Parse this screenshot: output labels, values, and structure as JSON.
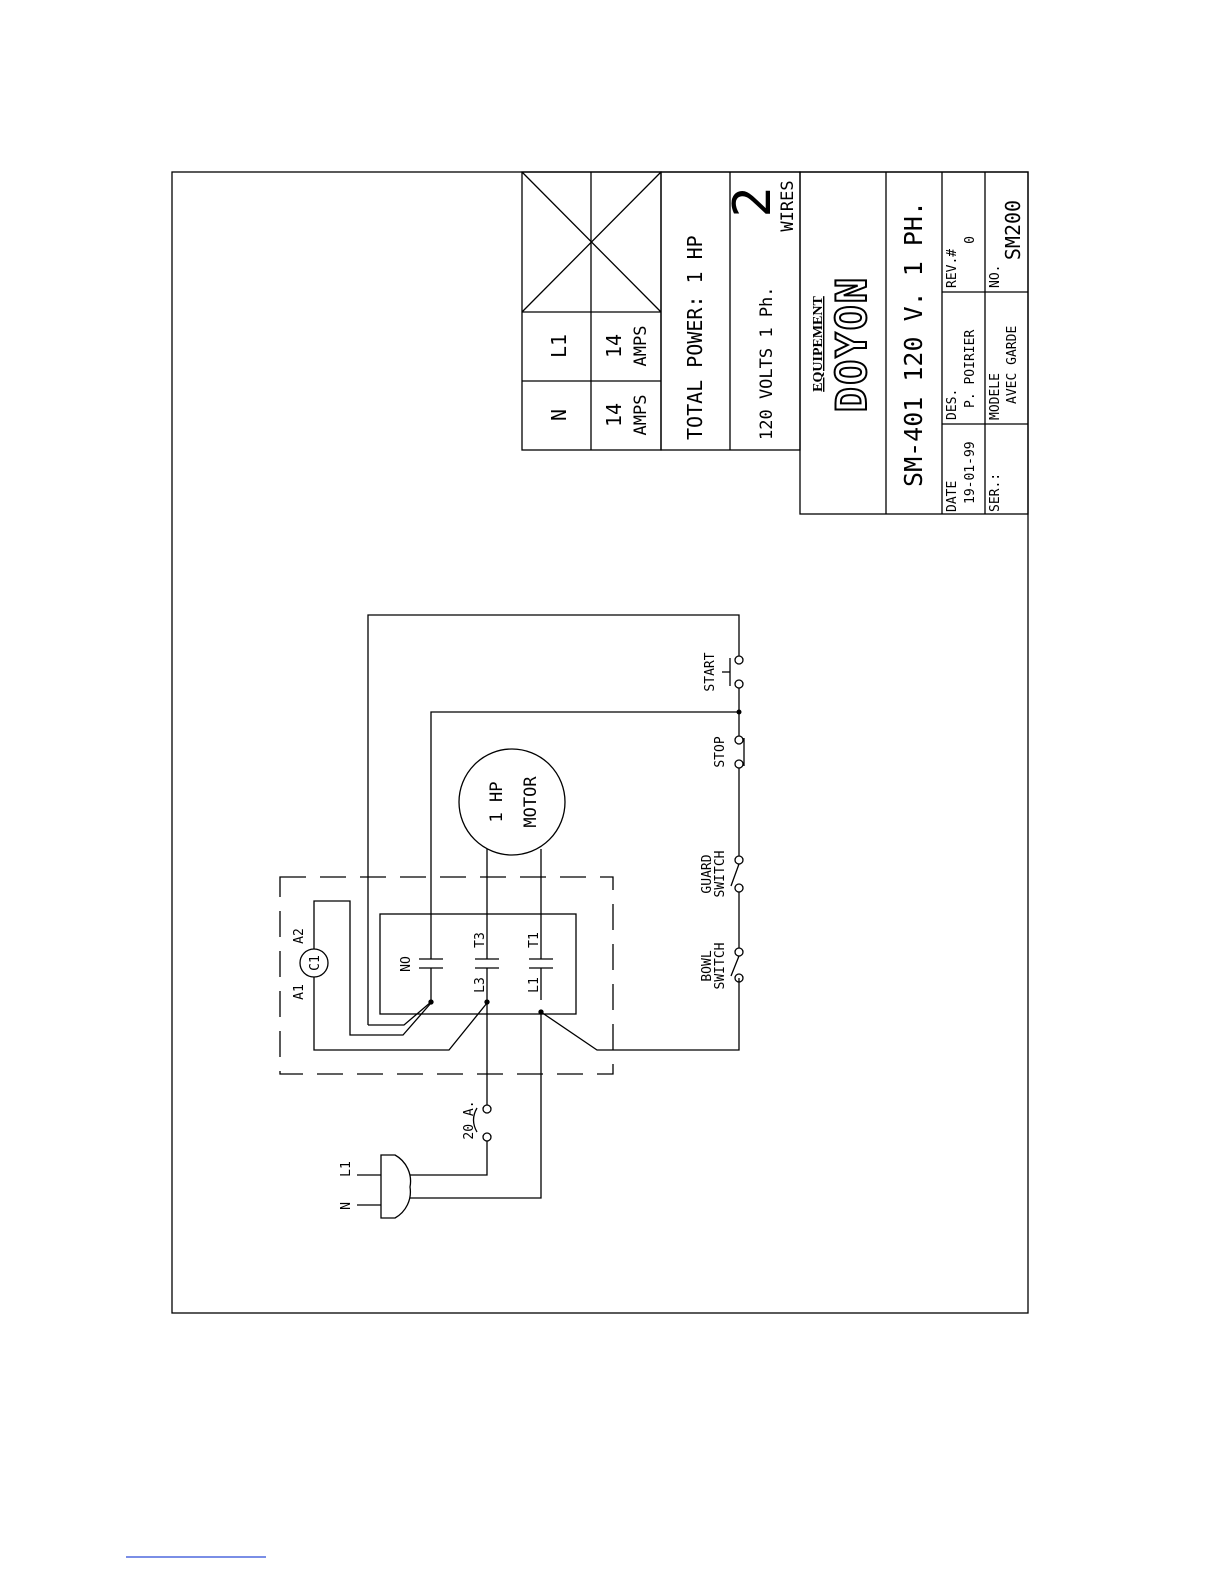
{
  "title_block": {
    "company_top": "EQUIPEMENT",
    "company_logo": "DOYON",
    "model_title": "SM-401 120 V. 1 PH.",
    "date_label": "DATE",
    "date_value": "19-01-99",
    "des_label": "DES.",
    "des_value": "P. POIRIER",
    "rev_label": "REV.#",
    "rev_value": "0",
    "ser_label": "SER.:",
    "modele_label": "MODELE",
    "modele_value": "AVEC GARDE",
    "no_label": "NO.",
    "no_value": "SM200"
  },
  "power_table": {
    "col1_line": "N",
    "col2_line": "L1",
    "col1_amps": "14",
    "col2_amps": "14",
    "amps_unit": "AMPS",
    "total_power": "TOTAL POWER: 1 HP",
    "volts": "120 VOLTS 1 Ph.",
    "wires_number": "2",
    "wires_label": "WIRES"
  },
  "circuit": {
    "plug_l1": "L1",
    "plug_n": "N",
    "breaker": "20 A.",
    "coil": "C1",
    "coil_a1": "A1",
    "coil_a2": "A2",
    "contact_no": "NO",
    "contact_l3": "L3",
    "contact_l1": "L1",
    "contact_t3": "T3",
    "contact_t1": "T1",
    "motor_line1": "1 HP",
    "motor_line2": "MOTOR",
    "start": "START",
    "stop": "STOP",
    "guard_line1": "GUARD",
    "guard_line2": "SWITCH",
    "bowl_line1": "BOWL",
    "bowl_line2": "SWITCH"
  }
}
